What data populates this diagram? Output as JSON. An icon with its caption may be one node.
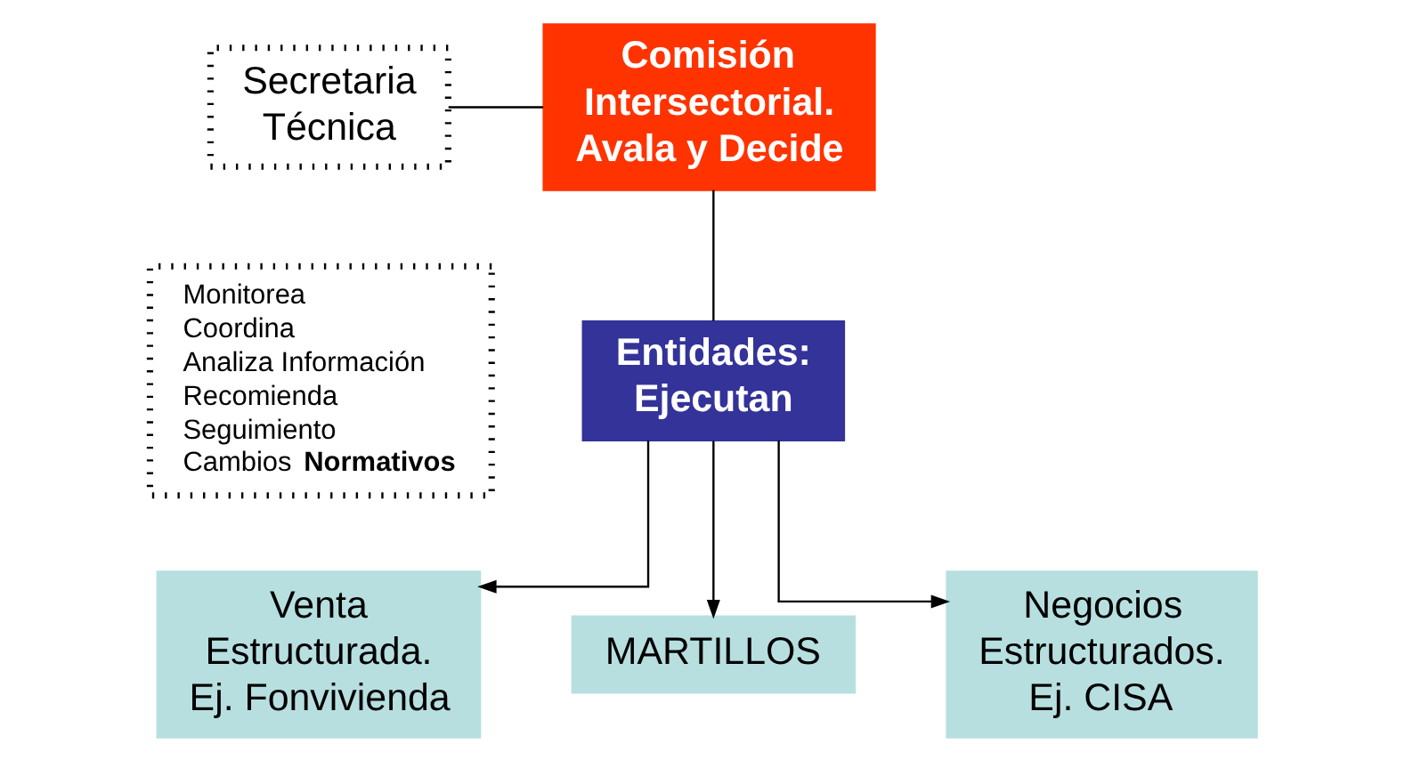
{
  "diagram": {
    "nodes": [
      {
        "text": [
          "Secretaria Técnica"
        ]
      },
      {
        "text": [
          "Monitorea",
          "Coordina",
          "Analiza Información",
          "Recomienda",
          "Seguimiento",
          "Cambios **Normativos**"
        ]
      },
      {
        "text": [
          "Comisión Intersectorial.",
          "Avala y Decide"
        ]
      },
      {
        "text": [
          "Entidades: Ejecutan"
        ]
      },
      {
        "text": [
          "Venta Estructurada. Ej. Fonvivienda"
        ]
      },
      {
        "text": [
          "MARTILLOS"
        ]
      },
      {
        "text": [
          "Negocios Estructurados. Ej. CISA"
        ]
      }
    ],
    "edges": [
      {
        "from": 0,
        "to": 2,
        "arrow": "none"
      },
      {
        "from": 2,
        "to": 3,
        "arrow": "none"
      },
      {
        "from": 3,
        "to": 4,
        "arrow": "to"
      },
      {
        "from": 3,
        "to": 5,
        "arrow": "to"
      },
      {
        "from": 3,
        "to": 6,
        "arrow": "to"
      }
    ]
  }
}
